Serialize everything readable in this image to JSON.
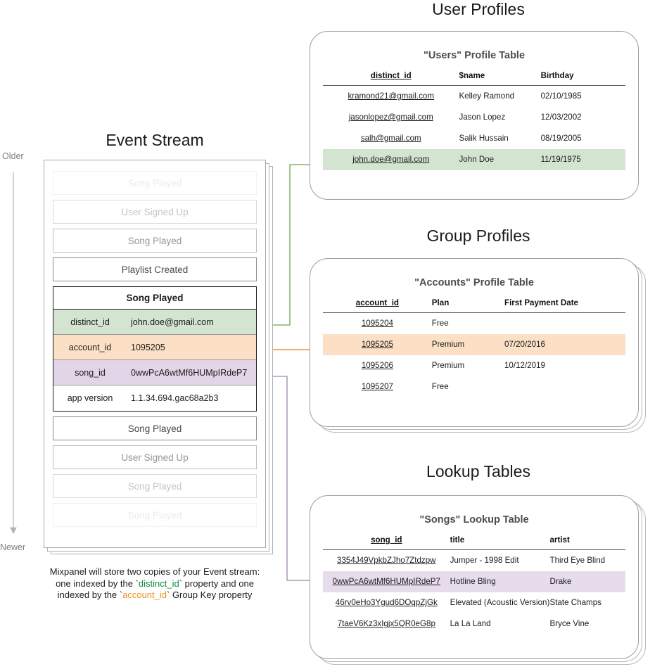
{
  "sections": {
    "event_stream_title": "Event Stream",
    "user_profiles_title": "User Profiles",
    "group_profiles_title": "Group Profiles",
    "lookup_tables_title": "Lookup Tables"
  },
  "time_axis": {
    "top_label": "Older",
    "bottom_label": "Newer"
  },
  "event_stream": {
    "events_above": [
      {
        "label": "Song Played",
        "opacity_class": "op-10"
      },
      {
        "label": "User Signed Up",
        "opacity_class": "op-30"
      },
      {
        "label": "Song Played",
        "opacity_class": "op-55"
      },
      {
        "label": "Playlist Created",
        "opacity_class": "op-100"
      }
    ],
    "selected_event": {
      "name": "Song Played",
      "properties": [
        {
          "key": "distinct_id",
          "value": "john.doe@gmail.com",
          "highlight": "hl-green"
        },
        {
          "key": "account_id",
          "value": "1095205",
          "highlight": "hl-orange"
        },
        {
          "key": "song_id",
          "value": "0wwPcA6wtMf6HUMpIRdeP7",
          "highlight": "hl-purple"
        },
        {
          "key": "app version",
          "value": "1.1.34.694.gac68a2b3",
          "highlight": ""
        }
      ]
    },
    "events_below": [
      {
        "label": "Song Played",
        "opacity_class": "op-100"
      },
      {
        "label": "User Signed Up",
        "opacity_class": "op-55"
      },
      {
        "label": "Song Played",
        "opacity_class": "op-30"
      },
      {
        "label": "Song Played",
        "opacity_class": "op-10"
      }
    ]
  },
  "caption": {
    "line1_a": "Mixpanel will store two copies of your Event stream:",
    "line2_a": "one indexed by the `",
    "line2_token": "distinct_id",
    "line2_b": "` property and one",
    "line3_a": "indexed by the `",
    "line3_token": "account_id",
    "line3_b": "` Group Key property"
  },
  "users_table": {
    "title": "\"Users\" Profile Table",
    "columns": [
      "distinct_id",
      "$name",
      "Birthday"
    ],
    "rows": [
      {
        "cells": [
          "kramond21@gmail.com",
          "Kelley Ramond",
          "02/10/1985"
        ],
        "highlight": ""
      },
      {
        "cells": [
          "jasonlopez@gmail.com",
          "Jason Lopez",
          "12/03/2002"
        ],
        "highlight": ""
      },
      {
        "cells": [
          "salh@gmail.com",
          "Salik Hussain",
          "08/19/2005"
        ],
        "highlight": ""
      },
      {
        "cells": [
          "john.doe@gmail.com",
          "John Doe",
          "11/19/1975"
        ],
        "highlight": "row-hl-green"
      }
    ]
  },
  "accounts_table": {
    "title": "\"Accounts\" Profile Table",
    "columns": [
      "account_id",
      "Plan",
      "First Payment Date"
    ],
    "rows": [
      {
        "cells": [
          "1095204",
          "Free",
          ""
        ],
        "highlight": ""
      },
      {
        "cells": [
          "1095205",
          "Premium",
          "07/20/2016"
        ],
        "highlight": "row-hl-orange"
      },
      {
        "cells": [
          "1095206",
          "Premium",
          "10/12/2019"
        ],
        "highlight": ""
      },
      {
        "cells": [
          "1095207",
          "Free",
          ""
        ],
        "highlight": ""
      }
    ]
  },
  "songs_table": {
    "title": "\"Songs\" Lookup Table",
    "columns": [
      "song_id",
      "title",
      "artist"
    ],
    "rows": [
      {
        "cells": [
          "3354J49VpkbZJho7Ztdzpw",
          "Jumper - 1998 Edit",
          "Third Eye Blind"
        ],
        "highlight": ""
      },
      {
        "cells": [
          "0wwPcA6wtMf6HUMpIRdeP7",
          "Hotline Bling",
          "Drake"
        ],
        "highlight": "row-hl-purple"
      },
      {
        "cells": [
          "46rv0eHo3Ygud6DOqpZjGk",
          "Elevated (Acoustic Version)",
          "State Champs"
        ],
        "highlight": ""
      },
      {
        "cells": [
          "7taeV6Kz3xIgjx5QR0eG8p",
          "La La Land",
          "Bryce Vine"
        ],
        "highlight": ""
      }
    ]
  },
  "colors": {
    "green": "#6aa84f",
    "orange": "#e69138",
    "purple": "#9f86a8",
    "green_fill": "#d3e5d0",
    "orange_fill": "#fbe0c6",
    "purple_fill": "#e1d5e7",
    "card_border": "#9e9e9e"
  }
}
